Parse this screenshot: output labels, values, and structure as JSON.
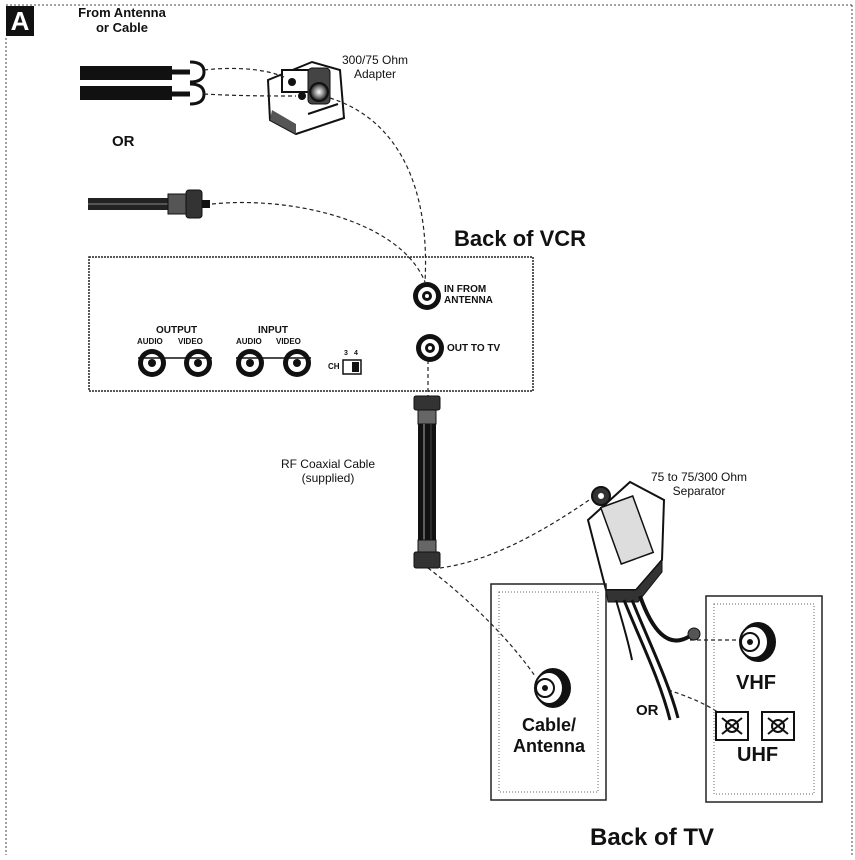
{
  "section_badge": "A",
  "labels": {
    "from_antenna": "From Antenna",
    "or_cable": "or Cable",
    "adapter_line1": "300/75 Ohm",
    "adapter_line2": "Adapter",
    "or_top": "OR",
    "back_of_vcr": "Back of VCR",
    "in_from_line1": "IN FROM",
    "in_from_line2": "ANTENNA",
    "out_to_tv": "OUT TO TV",
    "output": "OUTPUT",
    "input": "INPUT",
    "audio_out": "AUDIO",
    "video_out": "VIDEO",
    "audio_in": "AUDIO",
    "video_in": "VIDEO",
    "ch": "CH",
    "ch_3": "3",
    "ch_4": "4",
    "rf_cable_line1": "RF Coaxial Cable",
    "rf_cable_line2": "(supplied)",
    "separator_line1": "75 to 75/300 Ohm",
    "separator_line2": "Separator",
    "cable_line1": "Cable/",
    "cable_line2": "Antenna",
    "or_bottom": "OR",
    "vhf": "VHF",
    "uhf": "UHF",
    "back_of_tv": "Back of TV"
  },
  "colors": {
    "ink": "#111111",
    "paper": "#ffffff",
    "shade": "#555555"
  }
}
